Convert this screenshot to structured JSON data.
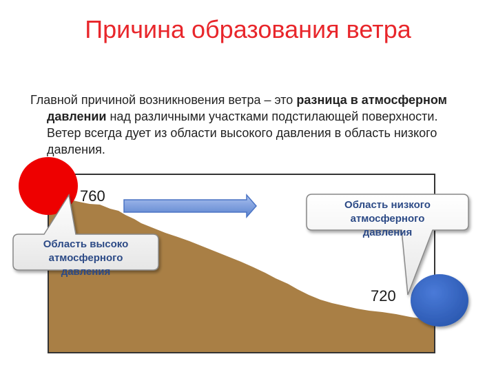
{
  "title": "Причина образования ветра",
  "paragraph": {
    "part1": "Главной причиной возникновения ветра – это ",
    "bold": "разница в атмосферном давлении",
    "part2": " над различными участками подстилающей поверхности. Ветер всегда дует из области высокого давления в область низкого давления."
  },
  "diagram": {
    "pressure_high_value": "760",
    "pressure_low_value": "720",
    "callout_high": {
      "line1": "Область высоко",
      "line2": "атмосферного",
      "line3": "давления"
    },
    "callout_low": {
      "line1": "Область низкого",
      "line2": "атмосферного",
      "line3": "давления"
    }
  },
  "colors": {
    "title": "#e8262b",
    "terrain": "#a97f45",
    "high_pressure": "#ee0000",
    "low_pressure": "#3365c3",
    "arrow": "#6f95da",
    "callout_text": "#2c4a86"
  }
}
